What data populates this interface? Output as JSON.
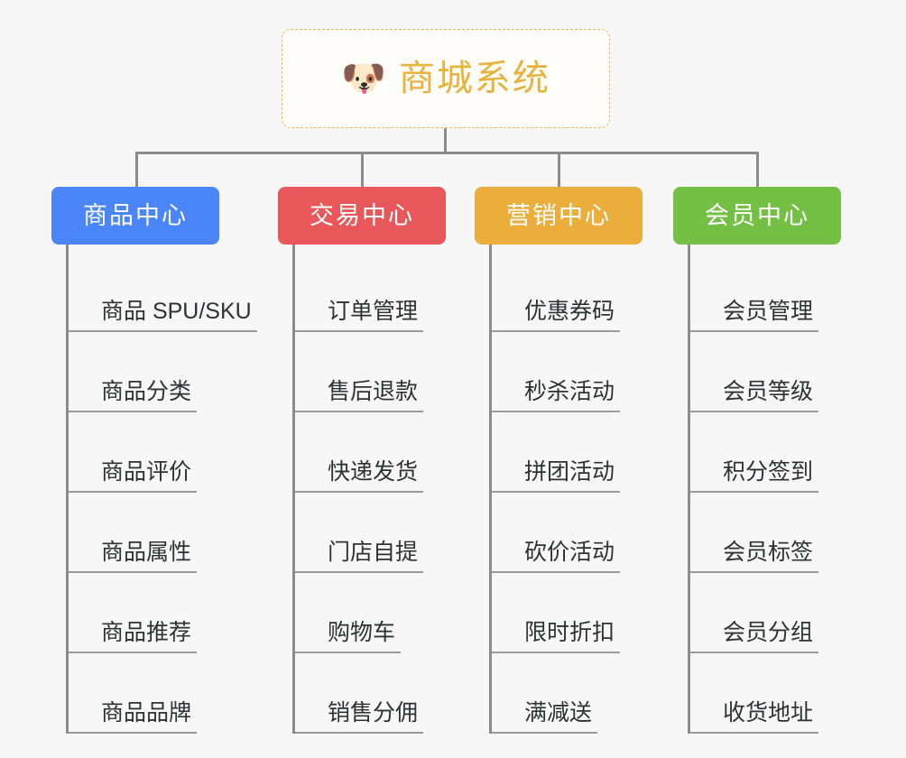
{
  "background_color": "#f7f7f7",
  "root": {
    "icon": "dog-face-emoji",
    "icon_glyph": "🐶",
    "title": "商城系统",
    "title_color": "#e8b23c",
    "border_color": "#e7b84f"
  },
  "connector_color": "#8c8c8c",
  "branches": [
    {
      "label": "商品中心",
      "color": "#4a86f7",
      "items": [
        "商品 SPU/SKU",
        "商品分类",
        "商品评价",
        "商品属性",
        "商品推荐",
        "商品品牌"
      ]
    },
    {
      "label": "交易中心",
      "color": "#e8585a",
      "items": [
        "订单管理",
        "售后退款",
        "快递发货",
        "门店自提",
        "购物车",
        "销售分佣"
      ]
    },
    {
      "label": "营销中心",
      "color": "#ebae3c",
      "items": [
        "优惠券码",
        "秒杀活动",
        "拼团活动",
        "砍价活动",
        "限时折扣",
        "满减送"
      ]
    },
    {
      "label": "会员中心",
      "color": "#74c044",
      "items": [
        "会员管理",
        "会员等级",
        "积分签到",
        "会员标签",
        "会员分组",
        "收货地址"
      ]
    }
  ]
}
